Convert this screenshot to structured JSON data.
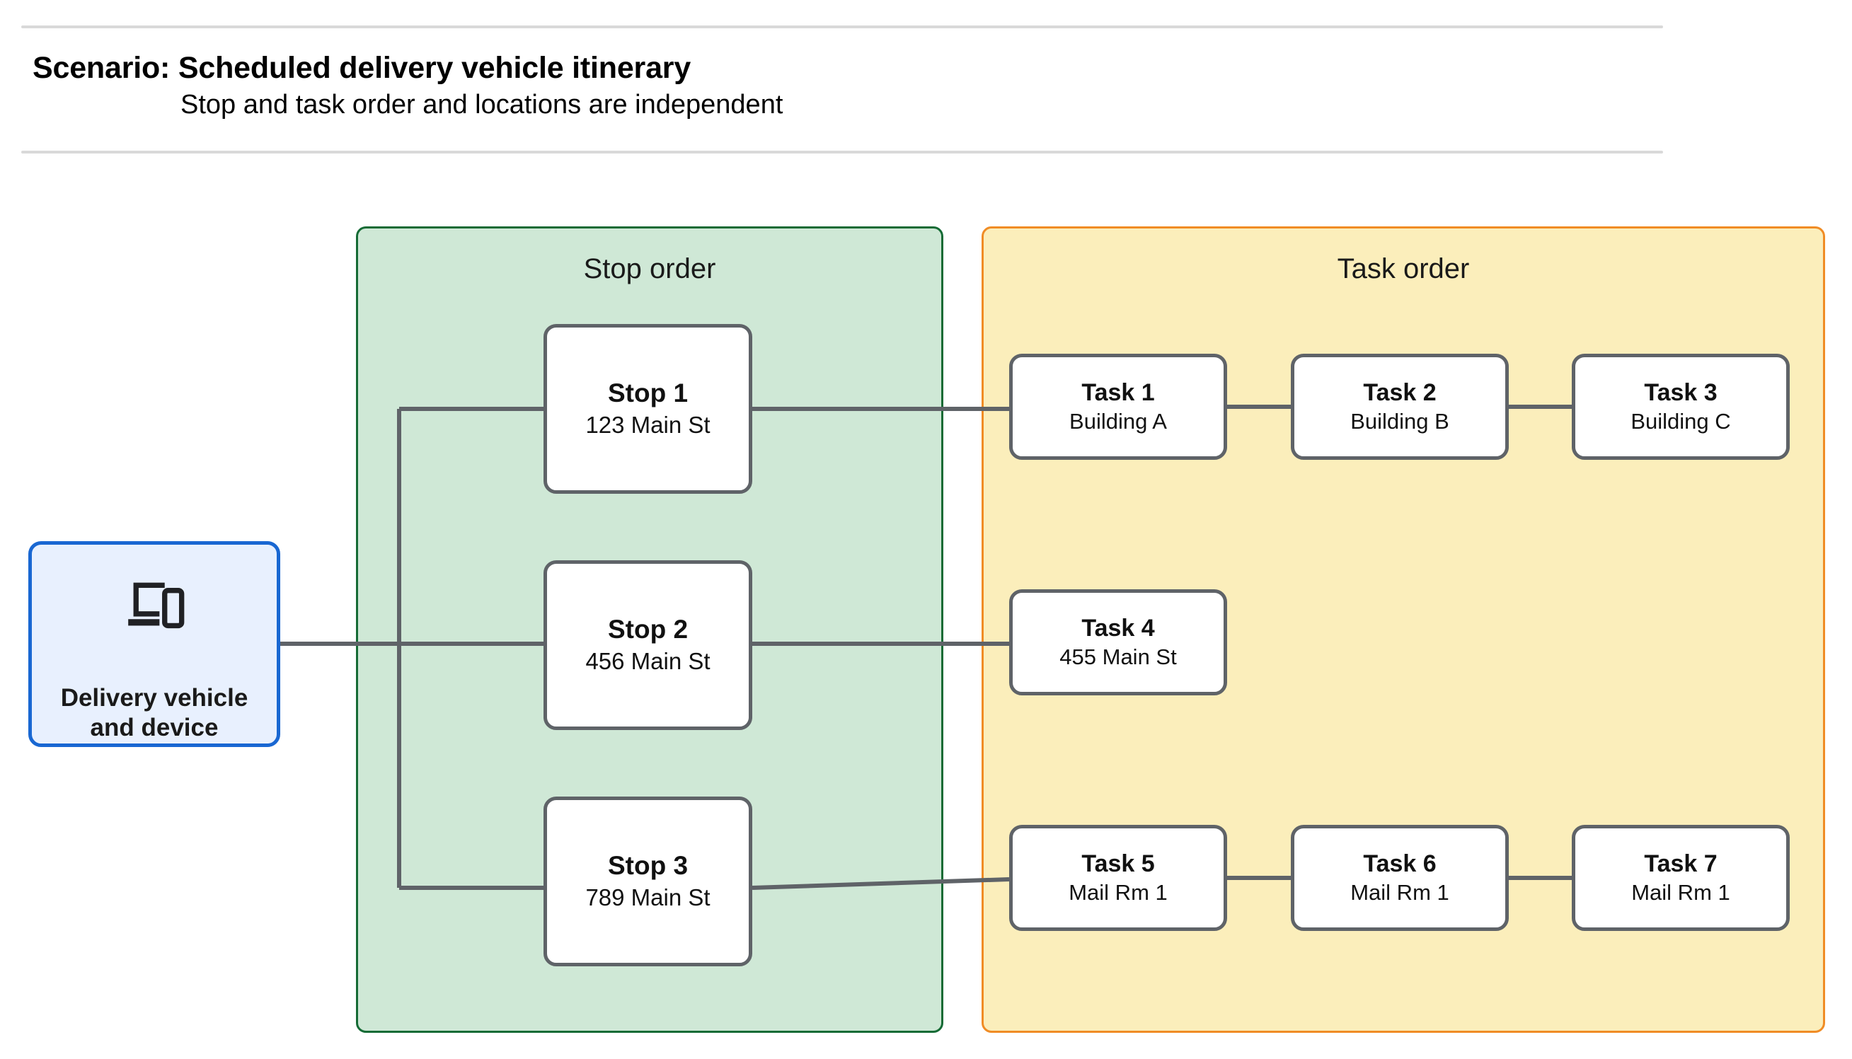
{
  "header": {
    "title": "Scenario: Scheduled delivery vehicle itinerary",
    "subtitle": "Stop and task order and locations are independent"
  },
  "vehicle": {
    "label": "Delivery vehicle\nand device",
    "icon": "devices-icon",
    "border_color": "#1967d2",
    "fill_color": "#e8f0fe"
  },
  "stop_panel": {
    "title": "Stop order",
    "border_color": "#156b35",
    "fill_color": "#cfe8d6",
    "nodes": [
      {
        "title": "Stop 1",
        "subtitle": "123 Main St"
      },
      {
        "title": "Stop 2",
        "subtitle": "456 Main St"
      },
      {
        "title": "Stop 3",
        "subtitle": "789 Main St"
      }
    ]
  },
  "task_panel": {
    "title": "Task order",
    "border_color": "#f08c25",
    "fill_color": "#fbeebb",
    "nodes": [
      {
        "title": "Task 1",
        "subtitle": "Building A"
      },
      {
        "title": "Task 2",
        "subtitle": "Building B"
      },
      {
        "title": "Task 3",
        "subtitle": "Building C"
      },
      {
        "title": "Task 4",
        "subtitle": "455 Main St"
      },
      {
        "title": "Task 5",
        "subtitle": "Mail Rm 1"
      },
      {
        "title": "Task 6",
        "subtitle": "Mail Rm 1"
      },
      {
        "title": "Task 7",
        "subtitle": "Mail Rm 1"
      }
    ]
  },
  "connectors": {
    "color": "#5f6368",
    "edges": [
      {
        "from": "Delivery vehicle and device",
        "to": "Stop 1"
      },
      {
        "from": "Delivery vehicle and device",
        "to": "Stop 2"
      },
      {
        "from": "Delivery vehicle and device",
        "to": "Stop 3"
      },
      {
        "from": "Stop 1",
        "to": "Task 1"
      },
      {
        "from": "Task 1",
        "to": "Task 2"
      },
      {
        "from": "Task 2",
        "to": "Task 3"
      },
      {
        "from": "Stop 2",
        "to": "Task 4"
      },
      {
        "from": "Stop 3",
        "to": "Task 5"
      },
      {
        "from": "Task 5",
        "to": "Task 6"
      },
      {
        "from": "Task 6",
        "to": "Task 7"
      }
    ]
  }
}
